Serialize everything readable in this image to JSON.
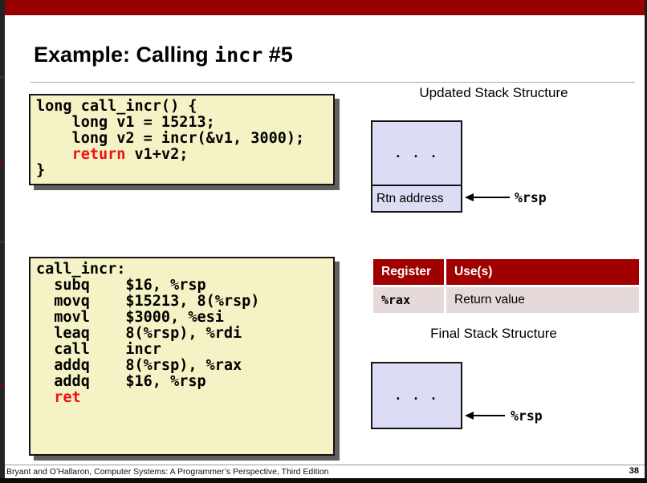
{
  "colors": {
    "accent_red": "#990000",
    "table_header_red": "#A00000",
    "code_red": "#EE1111",
    "code_box_bg": "#F5F2C5",
    "stack_box_bg": "#DCDCF5",
    "table_row_bg": "#E6D9D9"
  },
  "title": {
    "prefix": "Example: Calling ",
    "mono": "incr",
    "suffix": " #5"
  },
  "code": {
    "c_code": {
      "lines": [
        [
          {
            "t": "long call_incr() {"
          }
        ],
        [
          {
            "t": "    long v1 = 15213;"
          }
        ],
        [
          {
            "t": "    long v2 = incr(&v1, 3000);"
          }
        ],
        [
          {
            "t": "    "
          },
          {
            "t": "return",
            "c": "code_red"
          },
          {
            "t": " v1+v2;"
          }
        ],
        [
          {
            "t": "}"
          }
        ]
      ]
    },
    "asm_code": {
      "lines": [
        [
          {
            "t": "call_incr:"
          }
        ],
        [
          {
            "t": "  subq    $16, %rsp"
          }
        ],
        [
          {
            "t": "  movq    $15213, 8(%rsp)"
          }
        ],
        [
          {
            "t": "  movl    $3000, %esi"
          }
        ],
        [
          {
            "t": "  leaq    8(%rsp), %rdi"
          }
        ],
        [
          {
            "t": "  call    incr"
          }
        ],
        [
          {
            "t": "  addq    8(%rsp), %rax"
          }
        ],
        [
          {
            "t": "  addq    $16, %rsp"
          }
        ],
        [
          {
            "t": "  "
          },
          {
            "t": "ret",
            "c": "code_red"
          }
        ]
      ]
    }
  },
  "stacks": {
    "updated": {
      "title": "Updated Stack Structure",
      "dots": ". . .",
      "bottom_cell": "Rtn address",
      "pointer": "%rsp"
    },
    "final": {
      "title": "Final Stack Structure",
      "dots": ". . .",
      "pointer": "%rsp"
    }
  },
  "registers": {
    "headers": [
      "Register",
      "Use(s)"
    ],
    "rows": [
      [
        "%rax",
        "Return value"
      ]
    ]
  },
  "footer": {
    "citation": "Bryant and O’Hallaron, Computer Systems: A Programmer’s Perspective, Third Edition",
    "page": "38"
  }
}
